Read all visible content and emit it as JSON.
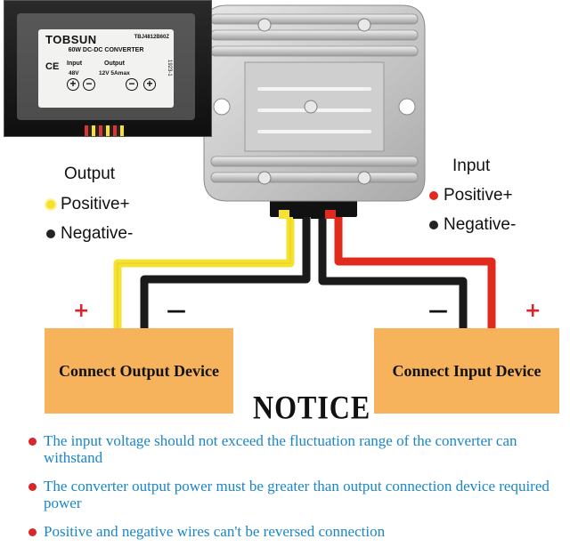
{
  "inset_label": {
    "brand": "TOBSUN",
    "model": "TBJ4812B60Z",
    "subtitle": "60W DC-DC CONVERTER",
    "ce": "CE",
    "input_label": "Input",
    "output_label": "Output",
    "input_voltage": "48V",
    "output_rating": "12V 5Amax",
    "side_code": "1923-1"
  },
  "output": {
    "title": "Output",
    "positive": "Positive+",
    "negative": "Negative-"
  },
  "input": {
    "title": "Input",
    "positive": "Positive+",
    "negative": "Negative-"
  },
  "signs": {
    "plus": "+",
    "minus": "—"
  },
  "boxes": {
    "left": "Connect Output Device",
    "right": "Connect Input Device"
  },
  "notice": {
    "title": "NOTICE",
    "items": [
      "The input voltage  should not exceed the fluctuation range of the converter can withstand",
      "The converter output power must be  greater than output connection device required power",
      "Positive and negative wires can't be  reversed connection"
    ]
  },
  "colors": {
    "yellow_wire": "#f5e130",
    "red_wire": "#e02a1e",
    "black_wire": "#1a1a1a",
    "box_fill": "#f6b35c",
    "note_text": "#1a86c9",
    "note_bullet": "#d9262a",
    "plus_sign": "#d9262a"
  },
  "icons": [
    "ce-mark",
    "plus-circle-icon",
    "minus-circle-icon",
    "bullet-dot-icon"
  ]
}
